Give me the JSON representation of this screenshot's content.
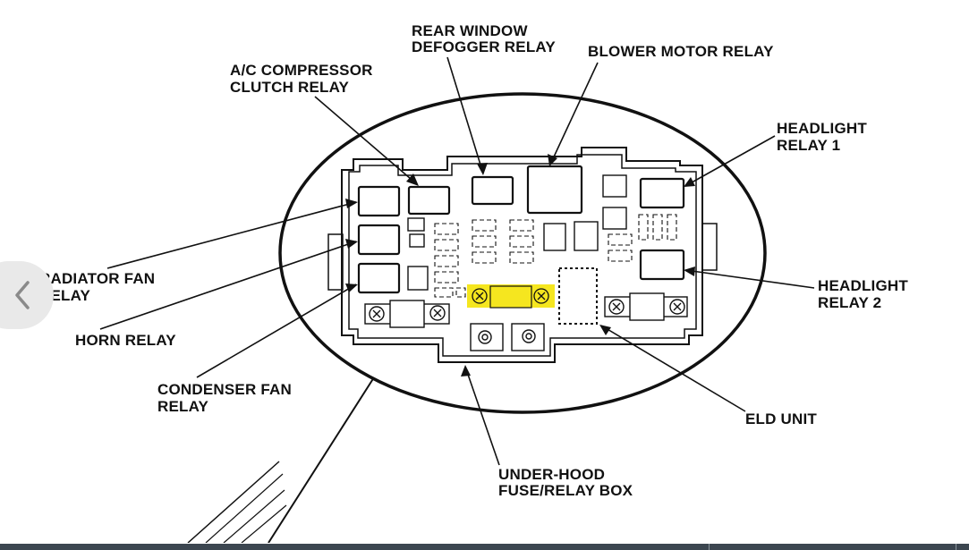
{
  "diagram": {
    "labels": {
      "rear_window_defogger_relay": [
        "REAR WINDOW",
        "DEFOGGER RELAY"
      ],
      "blower_motor_relay": [
        "BLOWER MOTOR RELAY"
      ],
      "ac_compressor_clutch_relay": [
        "A/C COMPRESSOR",
        "CLUTCH RELAY"
      ],
      "headlight_relay_1": [
        "HEADLIGHT",
        "RELAY 1"
      ],
      "radiator_fan_relay": [
        "RADIATOR FAN",
        "RELAY"
      ],
      "horn_relay": [
        "HORN RELAY"
      ],
      "headlight_relay_2": [
        "HEADLIGHT",
        "RELAY 2"
      ],
      "condenser_fan_relay": [
        "CONDENSER FAN",
        "RELAY"
      ],
      "eld_unit": [
        "ELD UNIT"
      ],
      "under_hood_box": [
        "UNDER-HOOD",
        "FUSE/RELAY BOX"
      ]
    },
    "highlight_color": "#f5e61f",
    "line_color": "#111111"
  },
  "viewer": {
    "prev_icon": "chevron-left-icon"
  }
}
